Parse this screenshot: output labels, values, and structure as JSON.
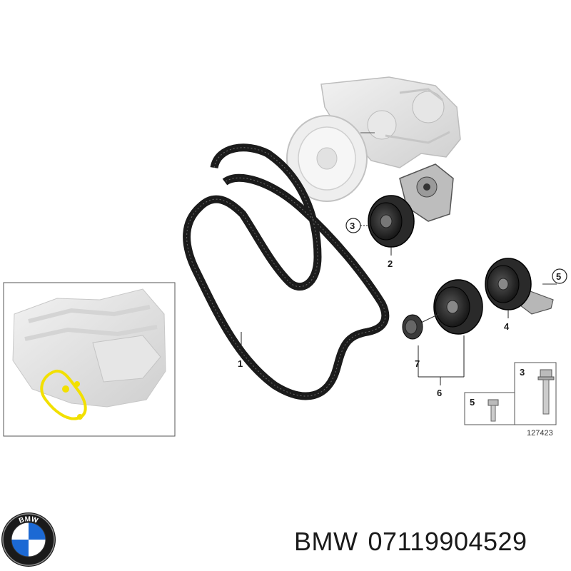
{
  "diagram": {
    "callouts": [
      {
        "id": "belt",
        "label": "1"
      },
      {
        "id": "tensioner",
        "label": "2"
      },
      {
        "id": "idler-bolt",
        "label": "3"
      },
      {
        "id": "idler-pulley",
        "label": "4"
      },
      {
        "id": "bracket-bolt",
        "label": "5"
      },
      {
        "id": "pulley-set",
        "label": "6"
      },
      {
        "id": "pulley-cover",
        "label": "7"
      }
    ],
    "hardware_box": {
      "bolt_short": "5",
      "bolt_long": "3"
    },
    "figure_number": "127423"
  },
  "caption": {
    "brand": "BMW",
    "part_number": "07119904529"
  },
  "colors": {
    "belt": "#1b1b1b",
    "ghost_parts": "#d9d9d9",
    "highlight_belt": "#f2e000",
    "bmw_blue": "#1c69d4"
  }
}
